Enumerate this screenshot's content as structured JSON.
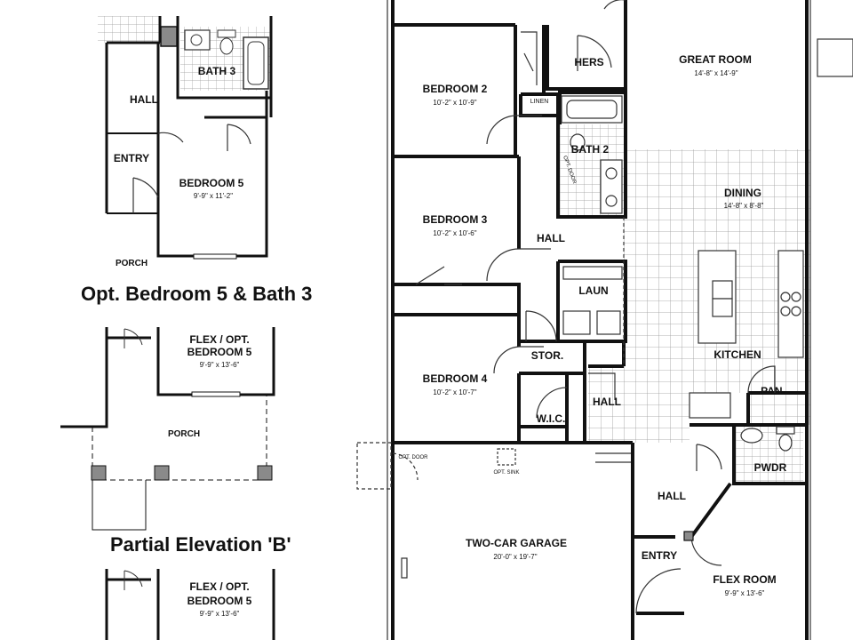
{
  "captions": {
    "opt_bed5_bath3": "Opt. Bedroom 5 & Bath 3",
    "partial_elevation_b": "Partial Elevation 'B'"
  },
  "rooms": {
    "great_room": {
      "name": "GREAT ROOM",
      "dims": "14'-8\" x 14'-9\""
    },
    "dining": {
      "name": "DINING",
      "dims": "14'-8\" x 8'-8\""
    },
    "kitchen": {
      "name": "KITCHEN"
    },
    "pantry": {
      "name": "PAN."
    },
    "pwdr": {
      "name": "PWDR"
    },
    "flex_room": {
      "name": "FLEX ROOM",
      "dims": "9'-9\" x 13'-6\""
    },
    "entry_main": {
      "name": "ENTRY"
    },
    "hall_lower": {
      "name": "HALL"
    },
    "hall_mid": {
      "name": "HALL"
    },
    "hall_center": {
      "name": "HALL"
    },
    "garage": {
      "name": "TWO-CAR GARAGE",
      "dims": "20'-0\" x 19'-7\""
    },
    "opt_door": {
      "name": "OPT. DOOR"
    },
    "opt_sink": {
      "name": "OPT. SINK"
    },
    "bedroom2": {
      "name": "BEDROOM 2",
      "dims": "10'-2\" x 10'-9\""
    },
    "bedroom3": {
      "name": "BEDROOM 3",
      "dims": "10'-2\" x 10'-6\""
    },
    "bedroom4": {
      "name": "BEDROOM 4",
      "dims": "10'-2\" x 10'-7\""
    },
    "hers": {
      "name": "HERS"
    },
    "linen": {
      "name": "LINEN"
    },
    "bath2": {
      "name": "BATH 2"
    },
    "opt_door_bath2": {
      "name": "OPT. DOOR"
    },
    "laun": {
      "name": "LAUN"
    },
    "stor": {
      "name": "STOR."
    },
    "wic": {
      "name": "W.I.C."
    },
    "opt_bath3": {
      "name": "BATH 3"
    },
    "opt_hall": {
      "name": "HALL"
    },
    "opt_entry": {
      "name": "ENTRY"
    },
    "opt_bedroom5": {
      "name": "BEDROOM 5",
      "dims": "9'-9\" x 11'-2\""
    },
    "opt_porch": {
      "name": "PORCH"
    },
    "flex_opt_b": {
      "name1": "FLEX / OPT.",
      "name2": "BEDROOM 5",
      "dims": "9'-9\" x 13'-6\""
    },
    "porch_b": {
      "name": "PORCH"
    },
    "flex_opt_c": {
      "name1": "FLEX / OPT.",
      "name2": "BEDROOM 5",
      "dims": "9'-9\" x 13'-6\""
    }
  },
  "colors": {
    "wall": "#111111",
    "line": "#333333",
    "column": "#8a8a8a",
    "grid": "#9a9a9a"
  }
}
